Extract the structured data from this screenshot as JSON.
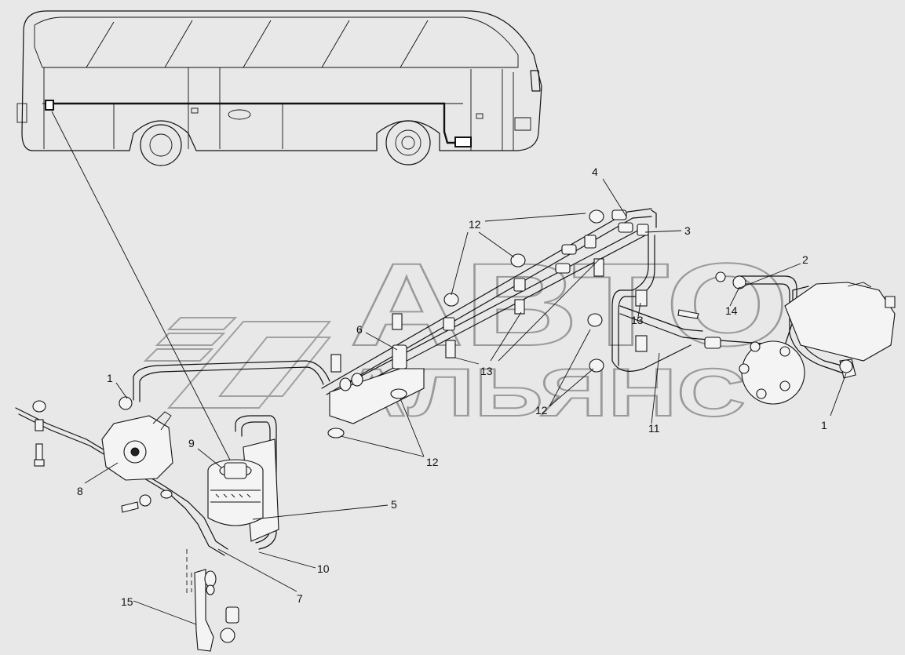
{
  "watermark": {
    "line1": "АВТО",
    "line2": "АЛЬЯНС"
  },
  "callouts": [
    {
      "id": "c1-left",
      "text": "1"
    },
    {
      "id": "c1-right",
      "text": "1"
    },
    {
      "id": "c2",
      "text": "2"
    },
    {
      "id": "c3",
      "text": "3"
    },
    {
      "id": "c4",
      "text": "4"
    },
    {
      "id": "c5",
      "text": "5"
    },
    {
      "id": "c6",
      "text": "6"
    },
    {
      "id": "c7",
      "text": "7"
    },
    {
      "id": "c8",
      "text": "8"
    },
    {
      "id": "c9",
      "text": "9"
    },
    {
      "id": "c10",
      "text": "10"
    },
    {
      "id": "c11",
      "text": "11"
    },
    {
      "id": "c12-top",
      "text": "12"
    },
    {
      "id": "c12-mid",
      "text": "12"
    },
    {
      "id": "c12-bottom",
      "text": "12"
    },
    {
      "id": "c13-left",
      "text": "13"
    },
    {
      "id": "c13-right",
      "text": "13"
    },
    {
      "id": "c14",
      "text": "14"
    },
    {
      "id": "c15",
      "text": "15"
    }
  ]
}
